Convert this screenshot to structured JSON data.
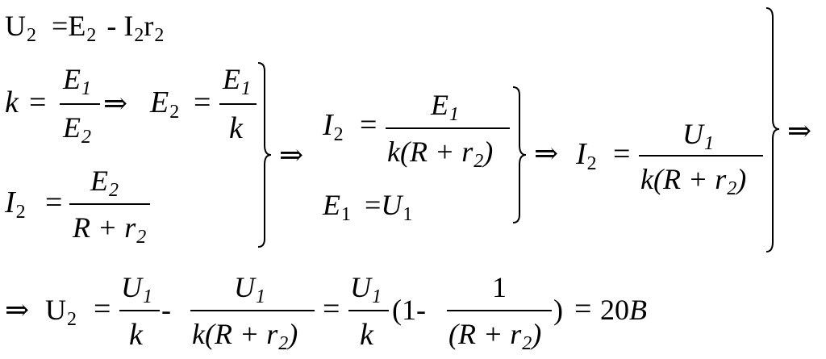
{
  "equations": {
    "eq1": {
      "U": "U",
      "U_sub": "2",
      "eq": "=",
      "E": "E",
      "E_sub": "2",
      "minus": "-",
      "I": "I",
      "I_sub": "2",
      "r": "r",
      "r_sub": "2"
    },
    "eq2": {
      "k": "k",
      "eq": "=",
      "num": "E",
      "num_sub": "1",
      "den": "E",
      "den_sub": "2",
      "implies": "⇒",
      "E": "E",
      "E_sub": "2",
      "eq2": "=",
      "num2": "E",
      "num2_sub": "1",
      "den2": "k"
    },
    "eq3": {
      "I": "I",
      "I_sub": "2",
      "eq": "=",
      "num": "E",
      "num_sub": "2",
      "den_pre": "R + r",
      "den_sub": "2"
    },
    "eq4": {
      "implies": "⇒",
      "I": "I",
      "I_sub": "2",
      "eq": "=",
      "num": "E",
      "num_sub": "1",
      "den_pre": "k(R + r",
      "den_sub": "2",
      "den_post": ")"
    },
    "eq5": {
      "E": "E",
      "E_sub": "1",
      "eq": "=",
      "U": "U",
      "U_sub": "1"
    },
    "eq6": {
      "implies": "⇒",
      "I": "I",
      "I_sub": "2",
      "eq": "=",
      "num": "U",
      "num_sub": "1",
      "den_pre": "k(R + r",
      "den_sub": "2",
      "den_post": ")"
    },
    "final_implies": "⇒",
    "eq7": {
      "implies": "⇒",
      "U": "U",
      "U_sub": "2",
      "eq": "=",
      "f1_num": "U",
      "f1_num_sub": "1",
      "f1_den": "k",
      "minus": "-",
      "f2_num": "U",
      "f2_num_sub": "1",
      "f2_den_pre": "k(R + r",
      "f2_den_sub": "2",
      "f2_den_post": ")",
      "eq2": "=",
      "f3_num": "U",
      "f3_num_sub": "1",
      "f3_den": "k",
      "paren_open": "(1-",
      "f4_num": "1",
      "f4_den_pre": "(R + r",
      "f4_den_sub": "2",
      "f4_den_post": ")",
      "paren_close": ")",
      "eq3": "=",
      "result_num": "20",
      "result_unit": "B"
    }
  }
}
